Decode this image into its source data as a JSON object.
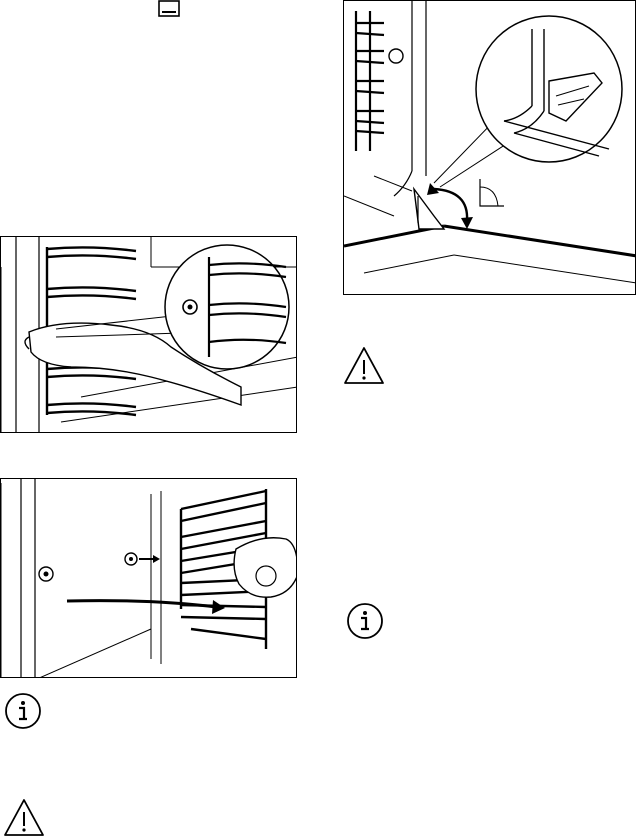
{
  "page": {
    "symbols": {
      "oven_function_icon": "oven-light-function-icon",
      "info_icon_left": "info-icon",
      "warning_icon_left": "warning-icon",
      "warning_icon_right": "warning-icon",
      "info_icon_right": "info-icon"
    }
  },
  "figures": [
    {
      "id": "fig-remove-shelf-support",
      "description_icon": "shelf-support-removal-illustration"
    },
    {
      "id": "fig-install-shelf-support",
      "description_icon": "shelf-support-installation-illustration"
    },
    {
      "id": "fig-catalytic-panel-hinge",
      "description_icon": "hinge-rotation-illustration"
    }
  ],
  "colors": {
    "line": "#000000",
    "background": "#ffffff",
    "fill_light": "#e6e6e6"
  }
}
